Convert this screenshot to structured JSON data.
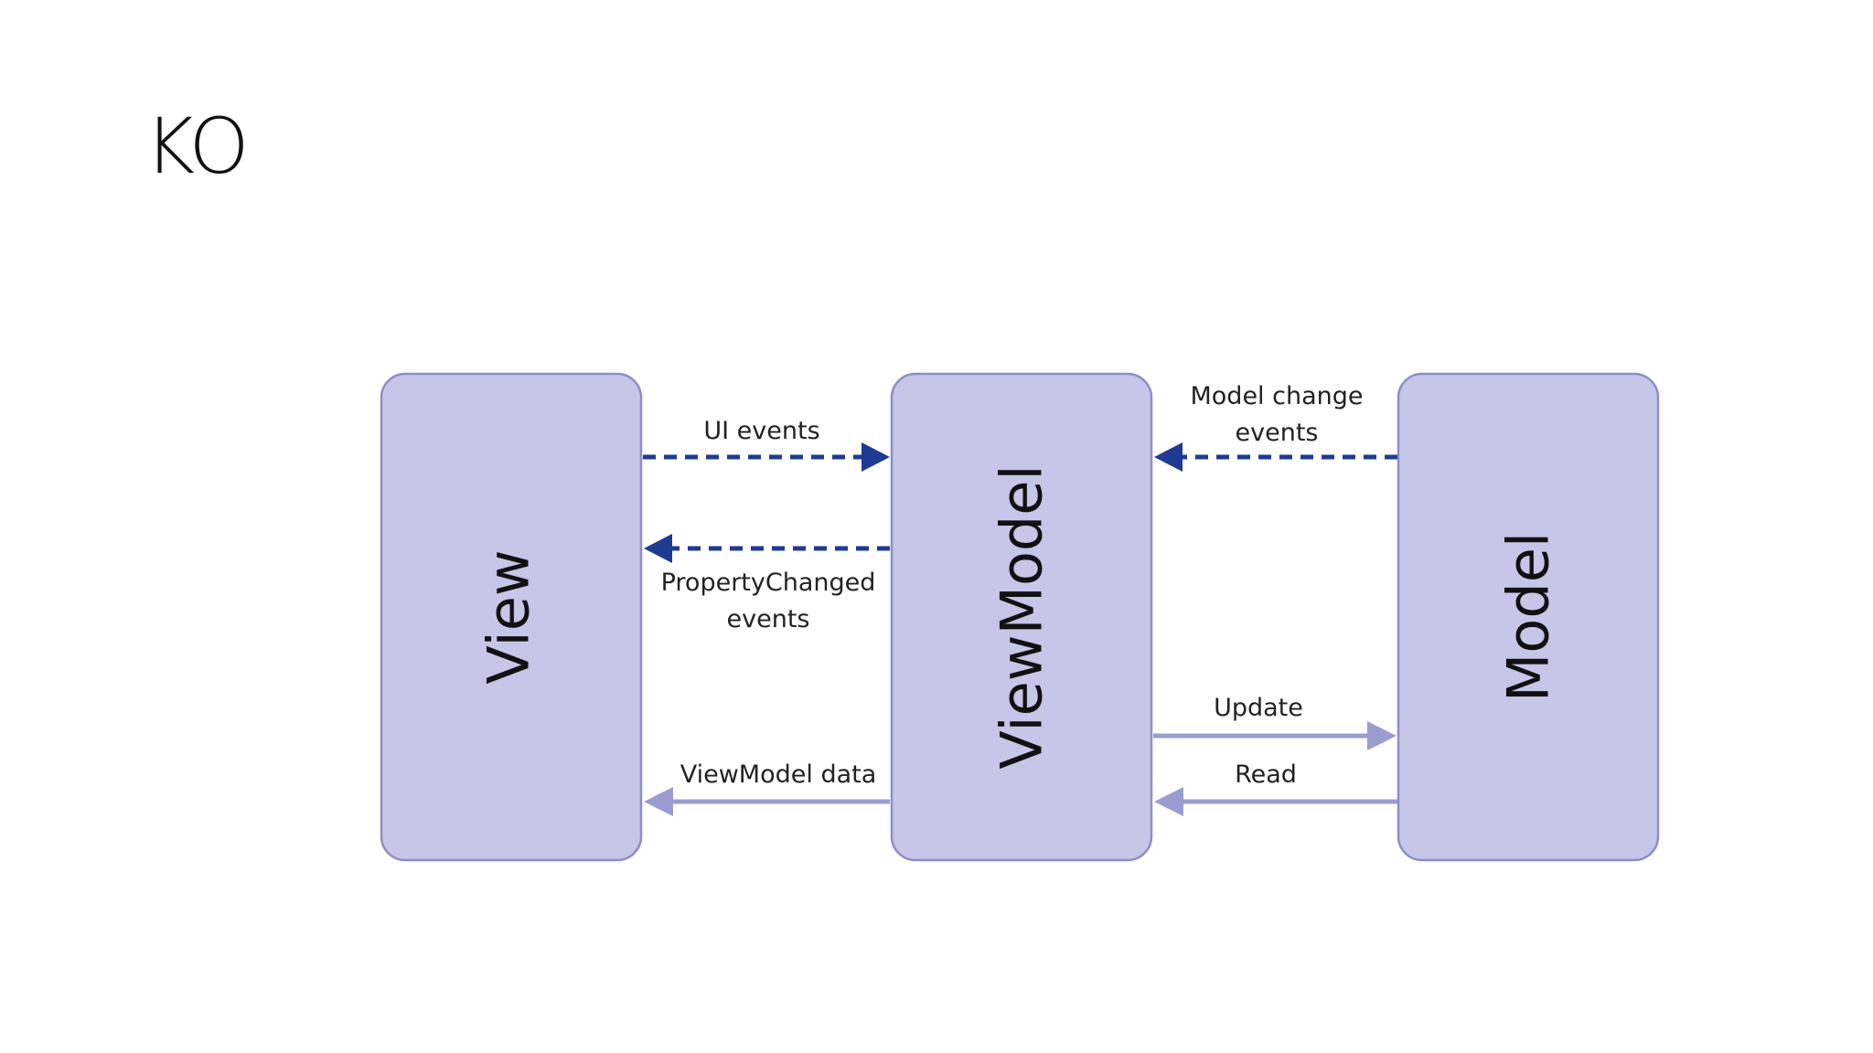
{
  "slide": {
    "title": "KO"
  },
  "diagram": {
    "nodes": {
      "view": "View",
      "viewmodel": "ViewModel",
      "model": "Model"
    },
    "edges": {
      "ui_events": "UI events",
      "property_changed_line1": "PropertyChanged",
      "property_changed_line2": "events",
      "viewmodel_data": "ViewModel data",
      "model_change_line1": "Model change",
      "model_change_line2": "events",
      "update": "Update",
      "read": "Read"
    },
    "colors": {
      "box_fill": "#c5c6e8",
      "box_border": "#8c8fc6",
      "dashed_arrow": "#1f3a93",
      "solid_arrow": "#9a9cd0"
    }
  }
}
